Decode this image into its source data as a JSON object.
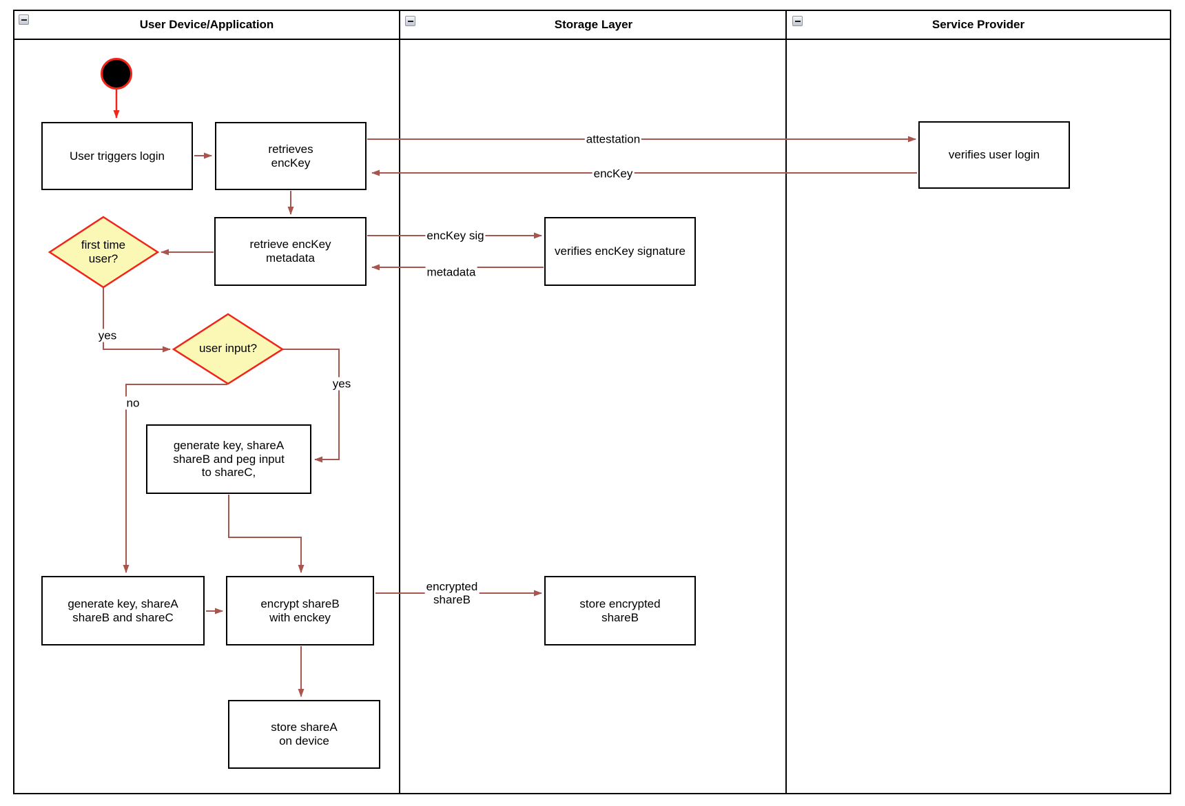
{
  "colors": {
    "edge": "#a8554e",
    "highlight_red": "#f0251a",
    "diamond_fill": "#fbf7b5",
    "node_border": "#000000",
    "node_fill": "#ffffff"
  },
  "lanes": [
    {
      "title": "User Device/Application"
    },
    {
      "title": "Storage Layer"
    },
    {
      "title": "Service Provider"
    }
  ],
  "nodes": {
    "start": "start",
    "user_triggers_login": "User triggers login",
    "retrieves_enckey": "retrieves\nencKey",
    "verifies_user_login": "verifies user login",
    "retrieve_enckey_metadata": "retrieve encKey\nmetadata",
    "verifies_enckey_signature": "verifies encKey signature",
    "first_time_user": "first time\nuser?",
    "user_input": "user input?",
    "generate_key_peg": "generate key, shareA\nshareB and peg input\nto shareC,",
    "generate_key_sharec": "generate key, shareA\nshareB and shareC",
    "encrypt_shareb": "encrypt shareB\nwith enckey",
    "store_encrypted_shareb": "store encrypted\nshareB",
    "store_sharea_on_device": "store shareA\non device"
  },
  "edge_labels": {
    "attestation": "attestation",
    "enckey": "encKey",
    "enckey_sig": "encKey sig",
    "metadata": "metadata",
    "encrypted_shareb": "encrypted\nshareB",
    "yes_first_time": "yes",
    "yes_user_input": "yes",
    "no_user_input": "no"
  }
}
